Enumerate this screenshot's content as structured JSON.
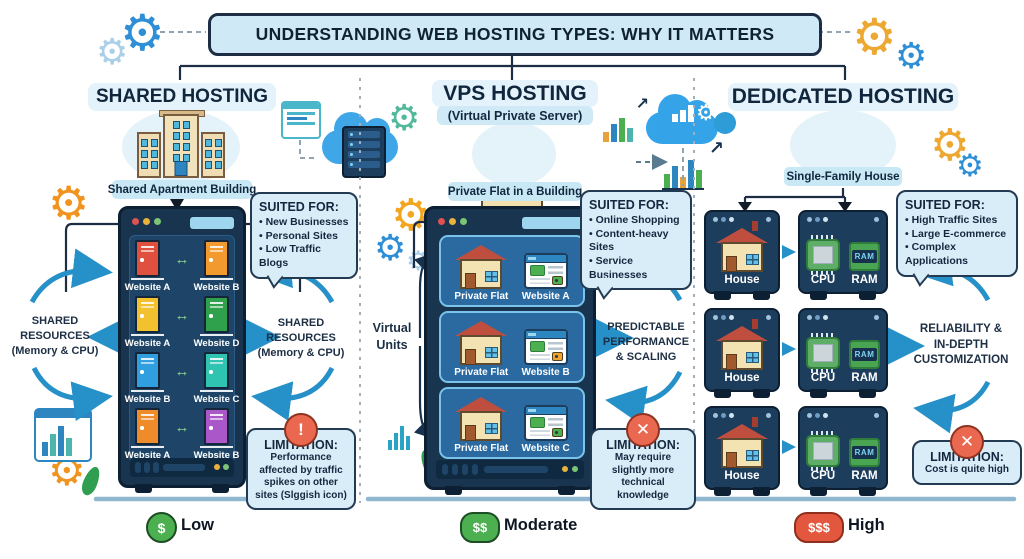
{
  "title": "UNDERSTANDING WEB HOSTING TYPES: WHY IT MATTERS",
  "icons": {
    "gear": "⚙",
    "double_arrow": "↔",
    "trend_up": "↗",
    "exclamation": "!",
    "cross": "✕"
  },
  "colors": {
    "accent_blue": "#2690c8",
    "navy": "#16324f",
    "panel_blue": "#cfe9f7",
    "green_ok": "#4cb050",
    "red_warn": "#e2573d"
  },
  "columns": {
    "shared": {
      "header": "SHARED HOSTING",
      "analogy": "Shared Apartment Building",
      "suited": {
        "heading": "SUITED FOR:",
        "items": [
          "New Businesses",
          "Personal Sites",
          "Low Traffic Blogs"
        ]
      },
      "left_note": "SHARED\nRESOURCES\n(Memory & CPU)",
      "right_note": "SHARED\nRESOURCES\n(Memory & CPU)",
      "rack": {
        "rows": [
          {
            "left": {
              "label": "Website A",
              "color": "#e0503f"
            },
            "right": {
              "label": "Website B",
              "color": "#f29a2e"
            }
          },
          {
            "left": {
              "label": "Website A",
              "color": "#f2c22e"
            },
            "right": {
              "label": "Website D",
              "color": "#2fa04c"
            }
          },
          {
            "left": {
              "label": "Website B",
              "color": "#2f9fe0"
            },
            "right": {
              "label": "Website C",
              "color": "#2fc4b2"
            }
          },
          {
            "left": {
              "label": "Website A",
              "color": "#ee8b2b"
            },
            "right": {
              "label": "Website B",
              "color": "#a957c9"
            }
          }
        ]
      },
      "limitation": {
        "heading": "LIMITATION:",
        "text": "Performance affected by traffic spikes on other sites (Slggish icon)"
      },
      "cost": {
        "symbol": "$",
        "label": "Low",
        "color": "#4cb050"
      }
    },
    "vps": {
      "header": "VPS HOSTING",
      "subheader": "(Virtual Private Server)",
      "analogy": "Private Flat in a Building",
      "suited": {
        "heading": "SUITED FOR:",
        "items": [
          "Online Shopping",
          "Content-heavy Sites",
          "Service Businesses"
        ]
      },
      "left_note": "Virtual\nUnits",
      "right_note": "PREDICTABLE\nPERFORMANCE\n& SCALING",
      "rack": {
        "units": [
          {
            "left": "Private Flat",
            "right": "Website A",
            "lock_color": "#4caf50"
          },
          {
            "left": "Private Flat",
            "right": "Website B",
            "lock_color": "#f0a330"
          },
          {
            "left": "Private Flat",
            "right": "Website C",
            "lock_color": "#4caf50"
          }
        ]
      },
      "limitation": {
        "heading": "LIMITATION:",
        "text": "May require slightly more technical knowledge"
      },
      "cost": {
        "symbol": "$$",
        "label": "Moderate",
        "color": "#4cb050"
      }
    },
    "dedicated": {
      "header": "DEDICATED HOSTING",
      "analogy": "Single-Family House",
      "suited": {
        "heading": "SUITED FOR:",
        "items": [
          "High Traffic Sites",
          "Large E-commerce",
          "Complex Applications"
        ]
      },
      "right_note": "RELIABILITY &\nIN-DEPTH\nCUSTOMIZATION",
      "rack": {
        "rows": [
          {
            "house": "House",
            "cpu": "CPU",
            "ram": "RAM",
            "ram_chip": "RAM"
          },
          {
            "house": "House",
            "cpu": "CPU",
            "ram": "RAM",
            "ram_chip": "RAM"
          },
          {
            "house": "House",
            "cpu": "CPU",
            "ram": "RAM",
            "ram_chip": "RAM"
          }
        ]
      },
      "limitation": {
        "heading": "LIMITATION:",
        "text": "Cost is quite high"
      },
      "cost": {
        "symbol": "$$$",
        "label": "High",
        "color": "#e2573d"
      }
    }
  }
}
